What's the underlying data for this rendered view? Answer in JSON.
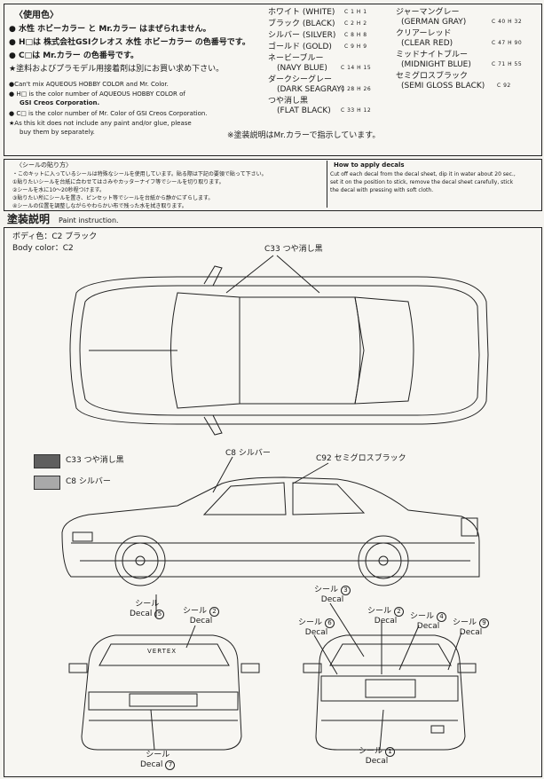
{
  "top_left": {
    "heading": "〈使用色〉",
    "line1": "● 水性 ホビーカラー と Mr.カラー はまぜられません。",
    "line2": "● H□は 株式会社GSIクレオス 水性 ホビーカラー の色番号です。",
    "line3": "● C□は Mr.カラー の色番号です。",
    "line4": "★塗料およびプラモデル用接着剤は別にお買い求め下さい。",
    "en1": "●Can't mix AQUEOUS HOBBY COLOR and Mr. Color.",
    "en2": "● H□ is the color number of AQUEOUS HOBBY COLOR of",
    "en2b": "GSI Creos Corporation.",
    "en3": "● C□ is the color number of Mr. Color of GSI Creos Corporation.",
    "en4": "★As this kit does not include any paint and/or glue, please",
    "en4b": "buy them by separately."
  },
  "colors_left": [
    {
      "jp": "ホワイト (WHITE)",
      "codes": "C 1  H 1"
    },
    {
      "jp": "ブラック (BLACK)",
      "codes": "C 2  H 2"
    },
    {
      "jp": "シルバー (SILVER)",
      "codes": "C 8  H 8"
    },
    {
      "jp": "ゴールド (GOLD)",
      "codes": "C 9  H 9"
    },
    {
      "jp": "ネービーブルー",
      "en": "(NAVY BLUE)",
      "codes": "C 14  H 15"
    },
    {
      "jp": "ダークシーグレー",
      "en": "(DARK SEAGRAY)",
      "codes": "C 28  H 26"
    },
    {
      "jp": "つや消し黒",
      "en": "(FLAT BLACK)",
      "codes": "C 33  H 12"
    }
  ],
  "colors_right": [
    {
      "jp": "ジャーマングレー",
      "en": "(GERMAN GRAY)",
      "codes": "C 40  H 32"
    },
    {
      "jp": "クリアーレッド",
      "en": "(CLEAR RED)",
      "codes": "C 47  H 90"
    },
    {
      "jp": "ミッドナイトブルー",
      "en": "(MIDNIGHT BLUE)",
      "codes": "C 71  H 55"
    },
    {
      "jp": "セミグロスブラック",
      "en": "(SEMI GLOSS BLACK)",
      "codes": "C 92"
    }
  ],
  "note_mr": "※塗装説明はMr.カラーで指示しています。",
  "decal_jp": {
    "heading": "〈シールの貼り方〉",
    "l0": "・このキットに入っているシールは特殊なシールを使用しています。貼る際は下記の要領で貼って下さい。",
    "l1": "①貼りたいシールを台紙に合わせてはさみやカッターナイフ等でシールを切り取ります。",
    "l2": "②シールを水に10〜20秒程つけます。",
    "l3": "③貼りたい所にシールを置き、ピンセット等でシールを台紙から静かにずらします。",
    "l4": "④シールの位置を調整しながらやわらかい布で残った水を拭き取ります。"
  },
  "decal_en": {
    "heading": "How to apply decals",
    "l1": "Cut off each decal from the decal sheet, dip it in water about 20 sec.,",
    "l2": "set it on the position to stick, remove the decal sheet carefully, stick",
    "l3": "the decal with pressing with soft cloth."
  },
  "paint": {
    "title_jp": "塗装説明",
    "title_en": "Paint instruction.",
    "body_jp": "ボディ色：C2 ブラック",
    "body_en": "Body color：C2",
    "roof_label": "C33 つや消し黒",
    "legend1": "C33 つや消し黒",
    "legend2": "C8 シルバー",
    "side_label1": "C8 シルバー",
    "side_label2": "C92 セミグロスブラック",
    "swatch1_color": "#5f5f5f",
    "swatch2_color": "#a9a9a9"
  },
  "decals": [
    {
      "jp": "シール",
      "en": "Decal",
      "n": "3"
    },
    {
      "jp": "シール",
      "en": "Decal",
      "n": "5"
    },
    {
      "jp": "シール",
      "en": "Decal",
      "n": "2"
    },
    {
      "jp": "シール",
      "en": "Decal",
      "n": "6"
    },
    {
      "jp": "シール",
      "en": "Decal",
      "n": "2"
    },
    {
      "jp": "シール",
      "en": "Decal",
      "n": "4"
    },
    {
      "jp": "シール",
      "en": "Decal",
      "n": "9"
    },
    {
      "jp": "シール",
      "en": "Decal",
      "n": "7"
    },
    {
      "jp": "シール",
      "en": "Decal",
      "n": "1"
    }
  ],
  "plate_text": "VERTEX"
}
